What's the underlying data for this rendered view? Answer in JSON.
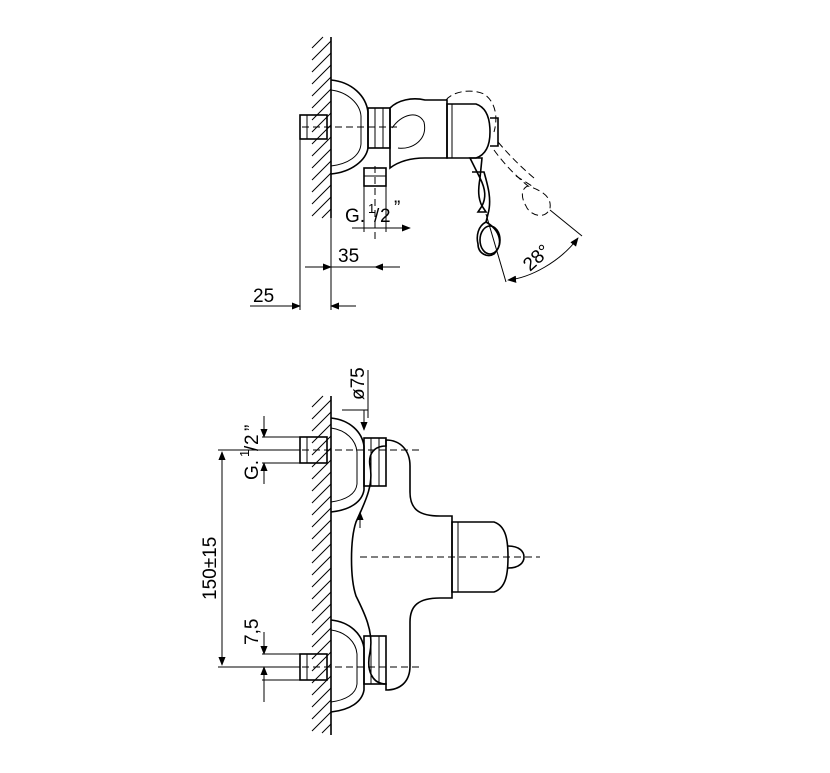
{
  "top_view": {
    "thread": {
      "prefix": "G.",
      "num": "1",
      "den": "2",
      "suffix": "”"
    },
    "dim_35": "35",
    "dim_25": "25",
    "angle": "28°"
  },
  "front_view": {
    "diameter": "ø75",
    "thread": {
      "prefix": "G.",
      "num": "1",
      "den": "2",
      "suffix": "”"
    },
    "dim_150": "150±15",
    "dim_7_5": "7,5"
  }
}
